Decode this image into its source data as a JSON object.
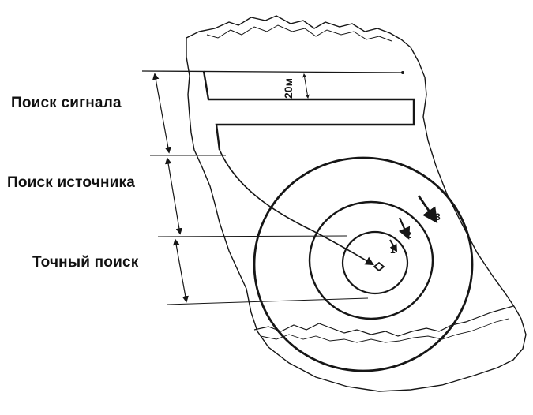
{
  "labels": {
    "signal_search": "Поиск сигнала",
    "source_search": "Поиск источника",
    "precise_search": "Точный поиск"
  },
  "spacing_label": "20м",
  "ring_numbers": [
    "1",
    "2",
    "3"
  ],
  "colors": {
    "ink": "#161616",
    "background": "#ffffff"
  }
}
